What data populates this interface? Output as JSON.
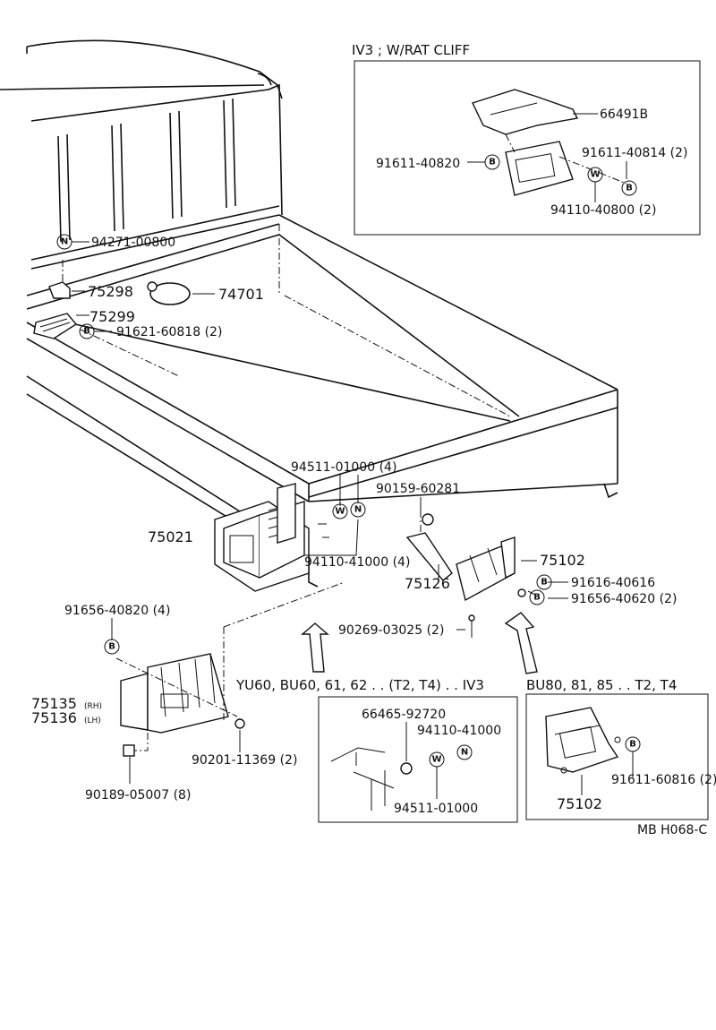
{
  "insets": {
    "iv3_rat_cliff": {
      "title": "IV3 ; W/RAT CLIFF",
      "parts": [
        "66491B",
        "91611-40814 (2)",
        "91611-40820",
        "94110-40800 (2)"
      ]
    },
    "yu60_inset": {
      "title": "YU60, BU60, 61, 62 . . (T2, T4) . . IV3",
      "parts": [
        "66465-92720",
        "94110-41000",
        "94511-01000"
      ]
    },
    "bu80_inset": {
      "title": "BU80, 81, 85 . . T2, T4",
      "parts": [
        "91611-60816 (2)",
        "75102"
      ]
    }
  },
  "main_parts": {
    "p94271": "94271-00800",
    "p75298": "75298",
    "p74701": "74701",
    "p75299": "75299",
    "p91621": "91621-60818 (2)",
    "p94511": "94511-01000 (4)",
    "p90159": "90159-60281",
    "p75021": "75021",
    "p94110": "94110-41000 (4)",
    "p75102": "75102",
    "p75126": "75126",
    "p91616": "91616-40616",
    "p91656b": "91656-40620 (2)",
    "p91656a": "91656-40820 (4)",
    "p90269": "90269-03025 (2)",
    "p75135": "75135",
    "p75135_side": "(RH)",
    "p75136": "75136",
    "p75136_side": "(LH)",
    "p90201": "90201-11369 (2)",
    "p90189": "90189-05007 (8)"
  },
  "symbols": {
    "bolt": "B",
    "washer": "W",
    "nut": "N"
  },
  "figure_code": "MB H068-C"
}
